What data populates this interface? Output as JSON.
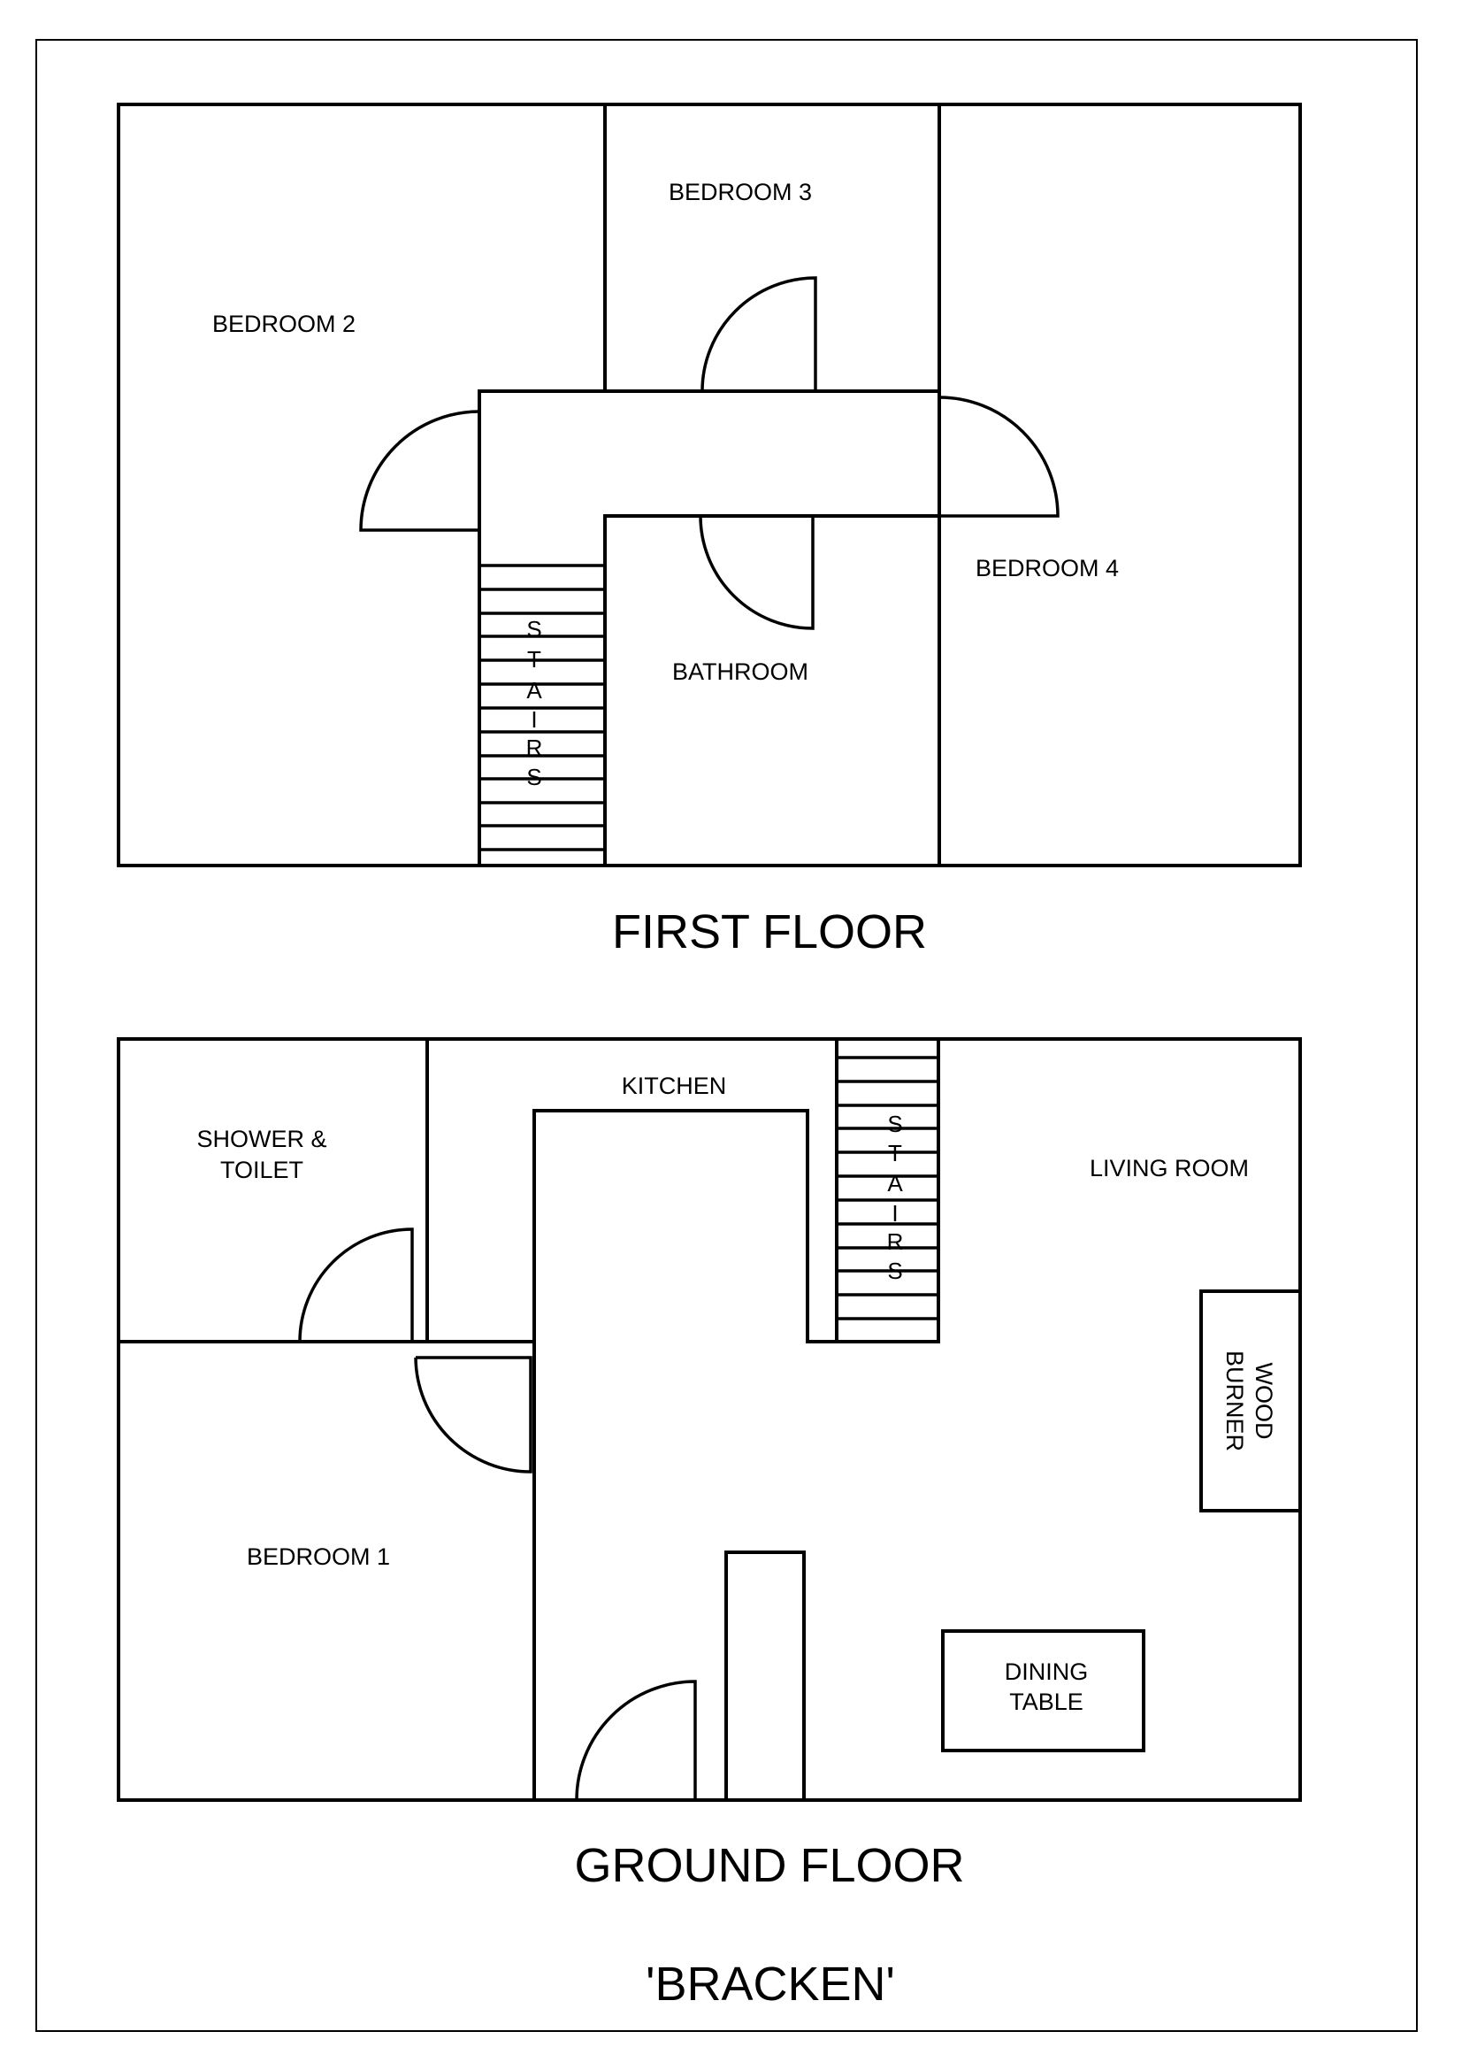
{
  "document": {
    "title": "'BRACKEN'",
    "colors": {
      "line": "#000000",
      "background": "#ffffff"
    }
  },
  "first_floor": {
    "title": "FIRST FLOOR",
    "rooms": {
      "bedroom_2": "BEDROOM 2",
      "bedroom_3": "BEDROOM 3",
      "bedroom_4": "BEDROOM 4",
      "bathroom": "BATHROOM"
    },
    "stairs_label": [
      "S",
      "T",
      "A",
      "I",
      "R",
      "S"
    ]
  },
  "ground_floor": {
    "title": "GROUND FLOOR",
    "rooms": {
      "shower_toilet_line1": "SHOWER &",
      "shower_toilet_line2": "TOILET",
      "kitchen": "KITCHEN",
      "living_room": "LIVING ROOM",
      "bedroom_1": "BEDROOM 1"
    },
    "fixtures": {
      "wood_burner_line1": "WOOD",
      "wood_burner_line2": "BURNER",
      "dining_table_line1": "DINING",
      "dining_table_line2": "TABLE"
    },
    "stairs_label": [
      "S",
      "T",
      "A",
      "I",
      "R",
      "S"
    ]
  }
}
